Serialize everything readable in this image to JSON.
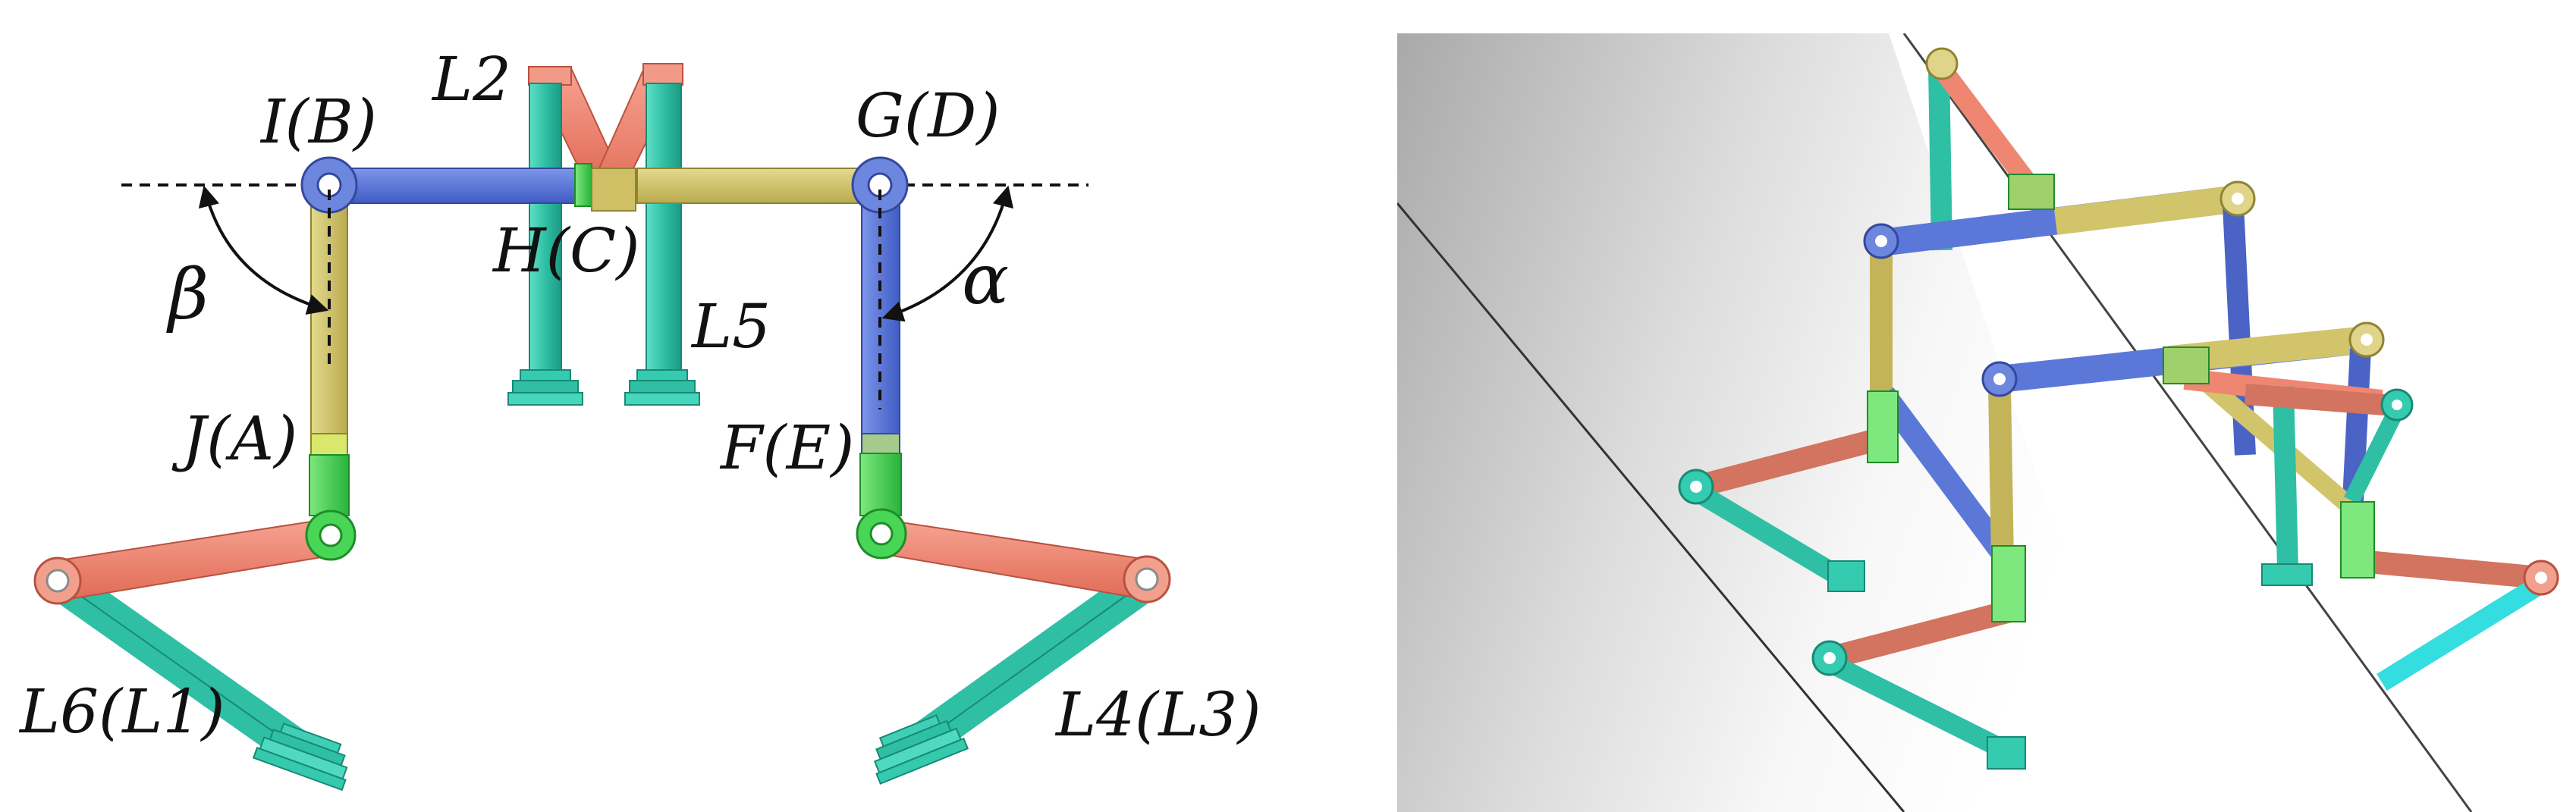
{
  "left_diagram": {
    "labels": {
      "l2": "L2",
      "ib": "I(B)",
      "gd": "G(D)",
      "hc": "H(C)",
      "l5": "L5",
      "beta": "β",
      "alpha": "α",
      "ja": "J(A)",
      "fe": "F(E)",
      "l6l1": "L6(L1)",
      "l4l3": "L4(L3)"
    }
  },
  "colors": {
    "blue_link": "#5b78d8",
    "yellow_link": "#d2c46a",
    "salmon_link": "#ef8672",
    "teal_link": "#33c4aa",
    "green_joint": "#3fce4c",
    "cyan_link": "#33dde0"
  }
}
